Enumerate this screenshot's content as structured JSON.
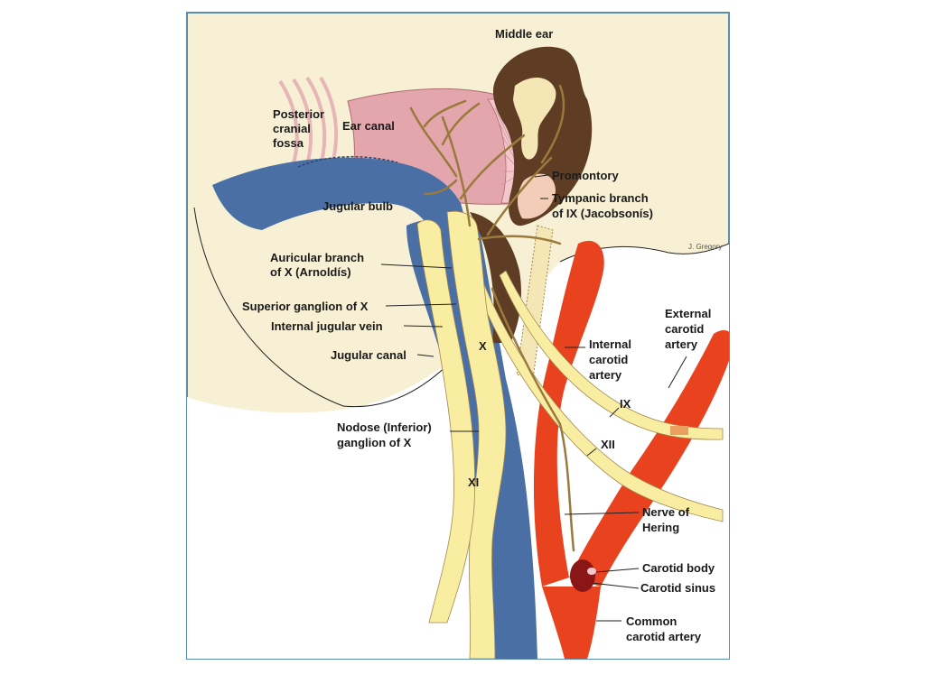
{
  "colors": {
    "background": "#f7f0d4",
    "frame": "#5a8bb0",
    "vein": "#4a6fa5",
    "artery": "#e8421f",
    "nerve_fill": "#f9eda2",
    "nerve_branch": "#b4955a",
    "ear_canal": "#e3a6ad",
    "middle_ear": "#5e3d24",
    "promontory": "#f4cdb8",
    "carotid_body": "#8b1616"
  },
  "labels": {
    "middle_ear": "Middle ear",
    "posterior_cranial_fossa": [
      "Posterior",
      "cranial",
      "fossa"
    ],
    "ear_canal": "Ear canal",
    "promontory": "Promontory",
    "tympanic_branch": [
      "Tympanic branch",
      "of IX (Jacobsonís)"
    ],
    "jugular_bulb": "Jugular bulb",
    "artist_credit": "J. Gregory",
    "auricular_branch": [
      "Auricular branch",
      "of X (Arnoldís)"
    ],
    "superior_ganglion": "Superior ganglion of X",
    "internal_jugular_vein": "Internal jugular vein",
    "jugular_canal": "Jugular canal",
    "nerve_x": "X",
    "internal_carotid": [
      "Internal",
      "carotid",
      "artery"
    ],
    "external_carotid": [
      "External",
      "carotid",
      "artery"
    ],
    "nerve_ix": "IX",
    "nerve_xii": "XII",
    "nodose_ganglion": [
      "Nodose (Inferior)",
      "ganglion of X"
    ],
    "nerve_xi": "XI",
    "nerve_of_hering": [
      "Nerve of",
      "Hering"
    ],
    "carotid_body": "Carotid body",
    "carotid_sinus": "Carotid sinus",
    "common_carotid": [
      "Common",
      "carotid artery"
    ]
  }
}
